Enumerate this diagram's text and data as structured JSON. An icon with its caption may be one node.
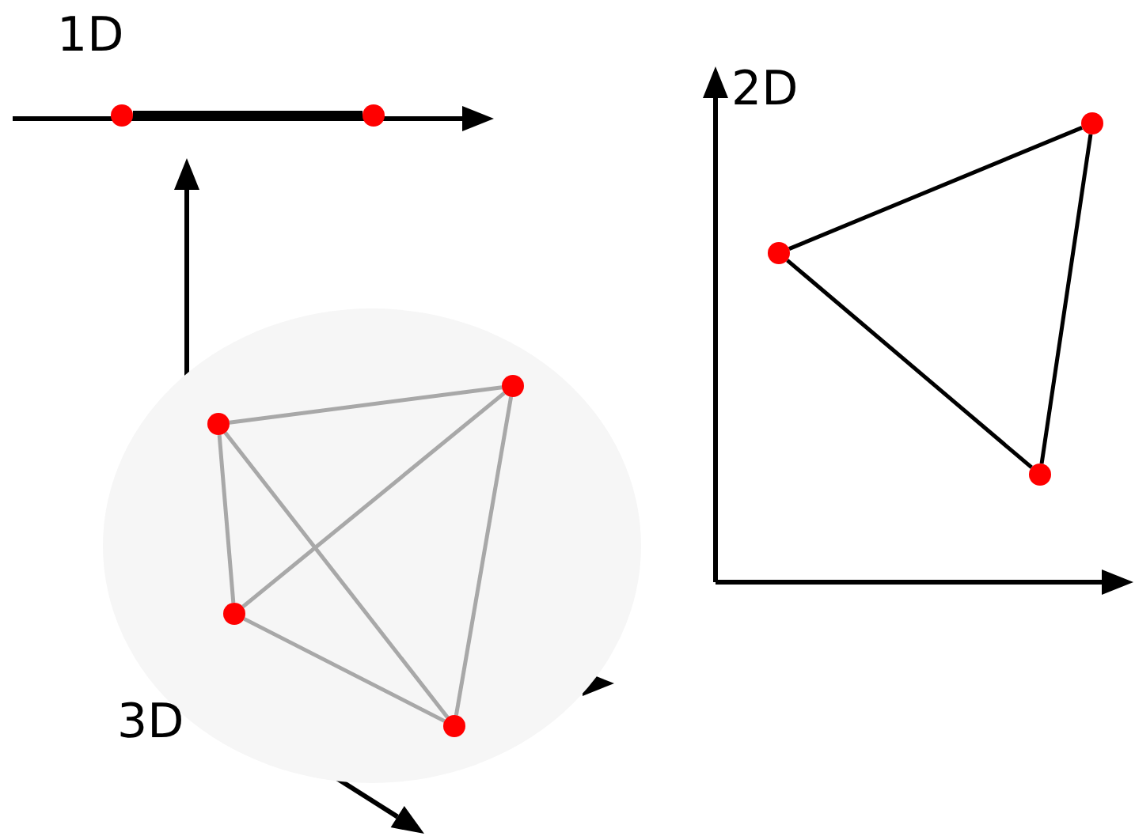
{
  "diagram": {
    "nodes": [
      {
        "text": [],
        "shape": "circle"
      },
      {
        "text": [],
        "shape": "circle"
      },
      {
        "text": [],
        "shape": "circle"
      },
      {
        "text": [],
        "shape": "circle"
      },
      {
        "text": [],
        "shape": "circle"
      },
      {
        "text": [],
        "shape": "circle"
      },
      {
        "text": [],
        "shape": "circle"
      },
      {
        "text": [],
        "shape": "circle"
      },
      {
        "text": [],
        "shape": "circle"
      }
    ],
    "edges": [
      {
        "from": 0,
        "to": 1,
        "arrow": "none",
        "style": "thick",
        "color": "#000000"
      },
      {
        "from": 3,
        "to": 2,
        "arrow": "none",
        "color": "#000000"
      },
      {
        "from": 2,
        "to": 4,
        "arrow": "none",
        "color": "#000000"
      },
      {
        "from": 4,
        "to": 3,
        "arrow": "none",
        "color": "#000000"
      },
      {
        "from": 6,
        "to": 5,
        "arrow": "none",
        "color": "#a8a8a8"
      },
      {
        "from": 6,
        "to": 7,
        "arrow": "none",
        "color": "#a8a8a8"
      },
      {
        "from": 6,
        "to": 8,
        "arrow": "none",
        "color": "#a8a8a8"
      },
      {
        "from": 5,
        "to": 7,
        "arrow": "none",
        "color": "#a8a8a8"
      },
      {
        "from": 5,
        "to": 8,
        "arrow": "none",
        "color": "#a8a8a8"
      },
      {
        "from": 7,
        "to": 8,
        "arrow": "none",
        "color": "#a8a8a8"
      }
    ],
    "labels": [
      "1D",
      "2D",
      "3D"
    ]
  }
}
